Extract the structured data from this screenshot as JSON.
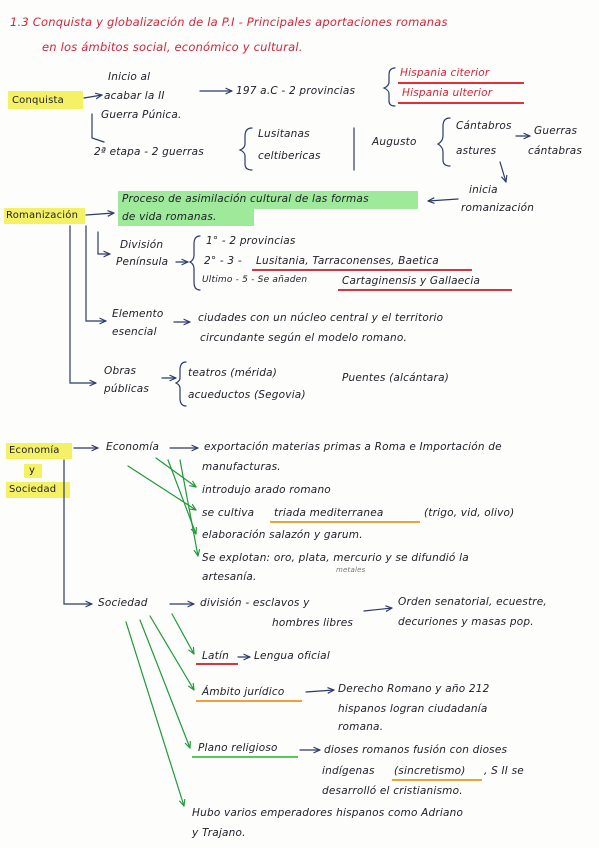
{
  "title": {
    "line1": "1.3 Conquista y globalización de la P.I - Principales aportaciones romanas",
    "line2": "en los ámbitos social, económico y cultural."
  },
  "conquista": {
    "label": "Conquista",
    "inicio_1": "Inicio al",
    "inicio_2": "acabar la II",
    "inicio_3": "Guerra Púnica.",
    "provincias": "197 a.C - 2 provincias",
    "hispania_citerior": "Hispania citerior",
    "hispania_ulterior": "Hispania ulterior",
    "etapa2": "2ª etapa - 2 guerras",
    "lusitanas": "Lusitanas",
    "celtiberas": "celtibericas",
    "augusto": "Augusto",
    "cantabros": "Cántabros",
    "astures": "astures",
    "guerras_cantabras": "Guerras cántabras",
    "inicia_1": "inicia",
    "inicia_2": "romanización"
  },
  "romanizacion": {
    "label": "Romanización",
    "proceso_1": "Proceso de asimilación cultural de las formas",
    "proceso_2": "de vida romanas.",
    "division_1": "División",
    "division_2": "Península",
    "div_a": "1° - 2 provincias",
    "div_b_prefix": "2° - 3 -",
    "div_b": "Lusitania, Tarraconenses, Baetica",
    "div_c_prefix": "Ultimo - 5 - Se añaden",
    "div_c": "Cartaginensis y Gallaecia",
    "elemento_1": "Elemento",
    "elemento_2": "esencial",
    "ciudades_1": "ciudades con un núcleo central y el territorio",
    "ciudades_2": "circundante según el modelo romano.",
    "obras_1": "Obras",
    "obras_2": "públicas",
    "teatros": "teatros (mérida)",
    "acueductos": "acueductos (Segovia)",
    "puentes": "Puentes (alcántara)"
  },
  "economia_sociedad": {
    "label_1": "Economía",
    "label_2": "y",
    "label_3": "Sociedad",
    "economia": "Economía",
    "exportacion_1": "exportación materias primas a Roma e Importación de",
    "exportacion_2": "manufacturas.",
    "arado": "introdujo arado romano",
    "triada_prefix": "se cultiva",
    "triada": "triada mediterranea",
    "triada_suffix": "(trigo, vid, olivo)",
    "elaboracion": "elaboración salazón y garum.",
    "explotan_1": "Se explotan: oro, plata, mercurio y se difundió la",
    "explotan_2": "artesanía.",
    "metales": "metales",
    "sociedad": "Sociedad",
    "division_1": "división - esclavos y",
    "division_2": "hombres libres",
    "orden_1": "Orden senatorial, ecuestre,",
    "orden_2": "decuriones y masas pop.",
    "latin": "Latín",
    "lengua": "Lengua oficial",
    "ambito": "Ámbito jurídico",
    "derecho_1": "Derecho Romano y año 212",
    "derecho_2": "hispanos logran ciudadanía",
    "derecho_3": "romana.",
    "plano": "Plano religioso",
    "dioses_1": "dioses romanos fusión con dioses",
    "dioses_2_prefix": "indígenas",
    "sincretismo": "(sincretismo)",
    "dioses_2_suffix": ", S II se",
    "dioses_3": "desarrolló el cristianismo.",
    "emperadores_1": "Hubo varios emperadores hispanos como Adriano",
    "emperadores_2": "y Trajano."
  },
  "colors": {
    "ink": "#1e1e2a",
    "red_ink": "#d8223a",
    "highlight_yellow": "#f3ef4a",
    "highlight_green": "#7fe37a",
    "arrow_green": "#1f9a3a"
  }
}
